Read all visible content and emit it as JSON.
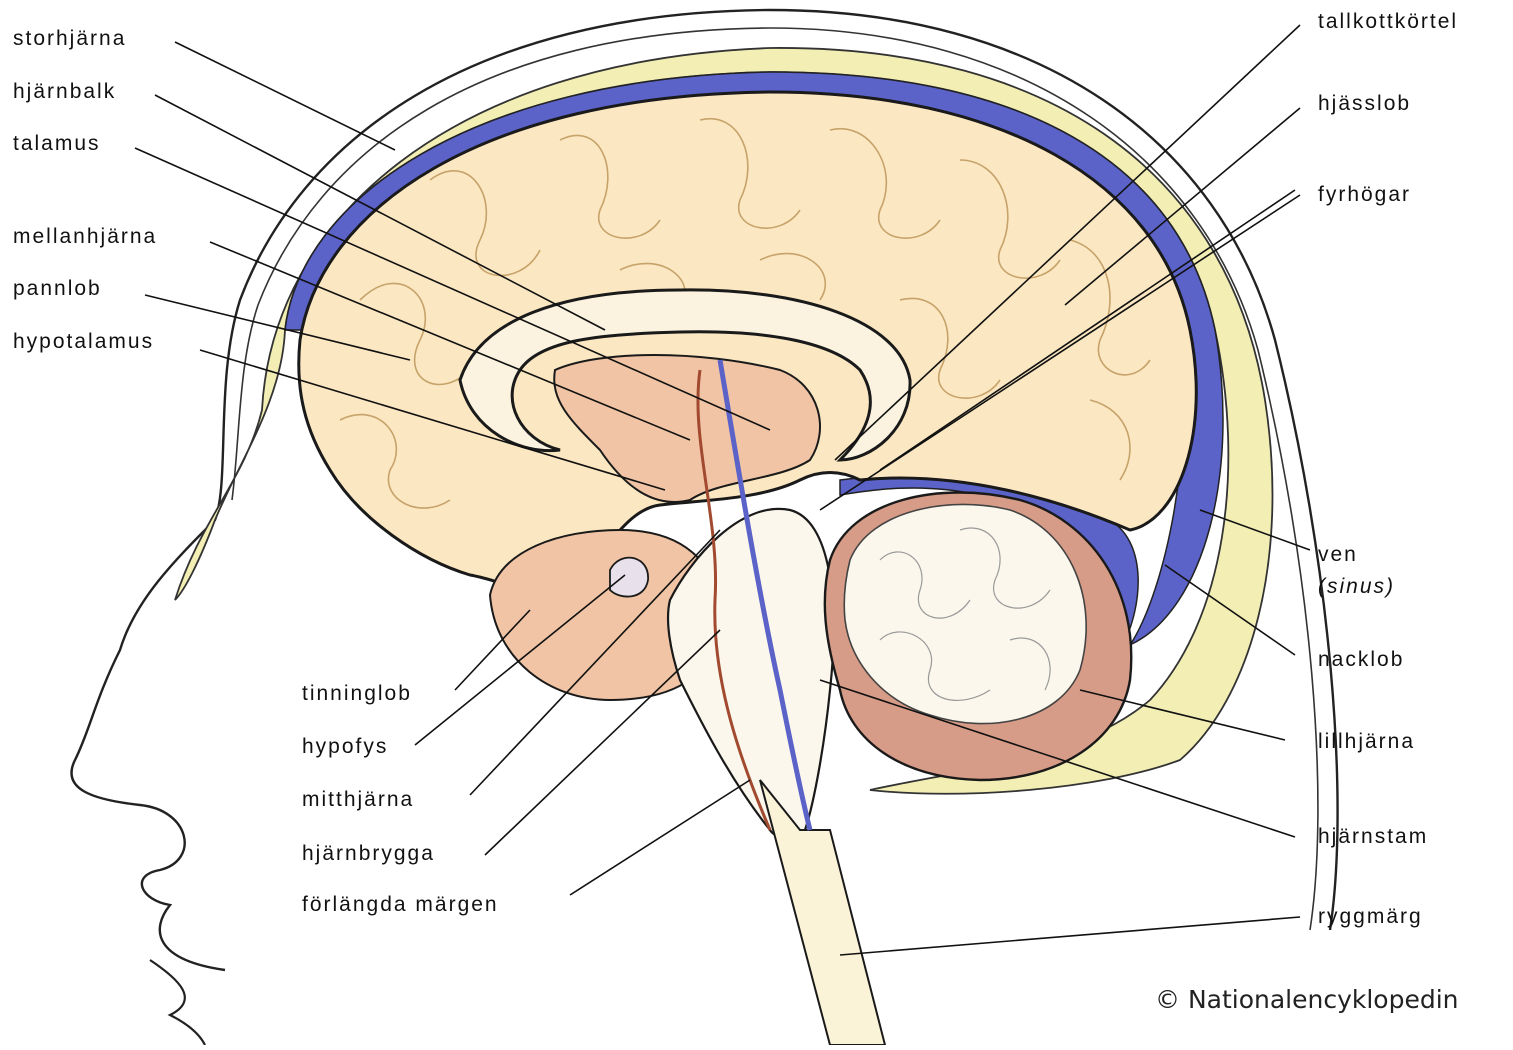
{
  "labels": {
    "storhjarna": "storhjärna",
    "hjarnbalk": "hjärnbalk",
    "talamus": "talamus",
    "mellanhjarna": "mellanhjärna",
    "pannlob": "pannlob",
    "hypotalamus": "hypotalamus",
    "tinninglob": "tinninglob",
    "hypofys": "hypofys",
    "mitthjarna": "mitthjärna",
    "hjarnbrygga": "hjärnbrygga",
    "forlangda_margen": "förlängda märgen",
    "tallkottkortel": "tallkottkörtel",
    "hjasslob": "hjässlob",
    "fyrhogar": "fyrhögar",
    "ven": "ven",
    "sinus": "(sinus)",
    "nacklob": "nacklob",
    "lillhjarna": "lillhjärna",
    "hjarnstam": "hjärnstam",
    "ryggmarg": "ryggmärg"
  },
  "copyright": "© Nationalencyklopedin",
  "colors": {
    "skull": "#f2eeb4",
    "sinus": "#5b62c8",
    "brain": "#fbe8c2",
    "deep": "#f0c4a4",
    "cerebellum": "#fbf7ec",
    "folia": "#d79c88",
    "outline": "#1a1a1a"
  }
}
